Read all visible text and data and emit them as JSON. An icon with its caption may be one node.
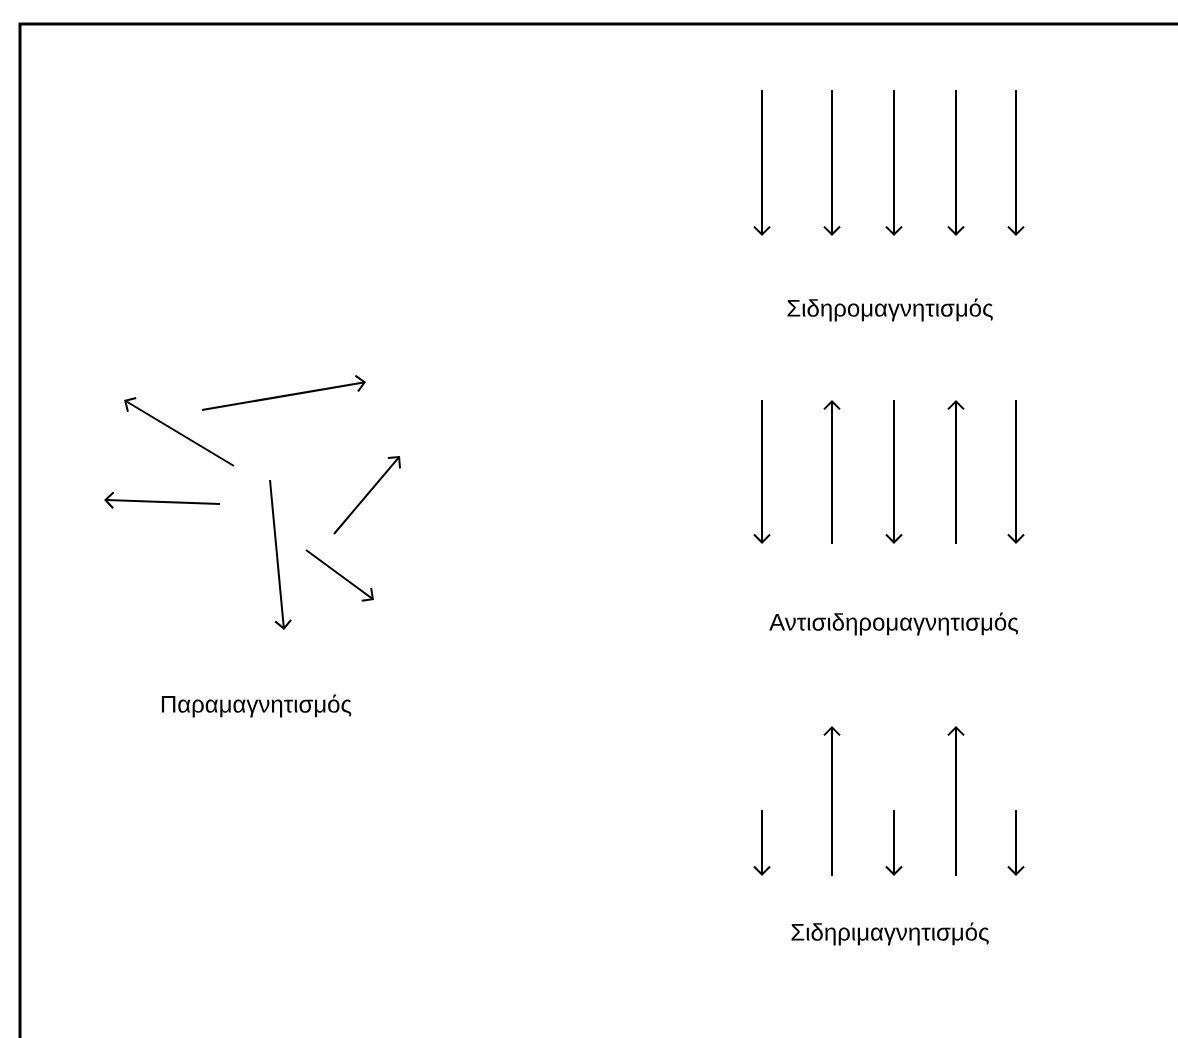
{
  "diagram": {
    "labels": [
      "Σιδηρομαγνητισμός",
      "Αντισιδηρομαγνητισμός",
      "Παραμαγνητισμός",
      "Σιδηριμαγνητισμός"
    ]
  }
}
